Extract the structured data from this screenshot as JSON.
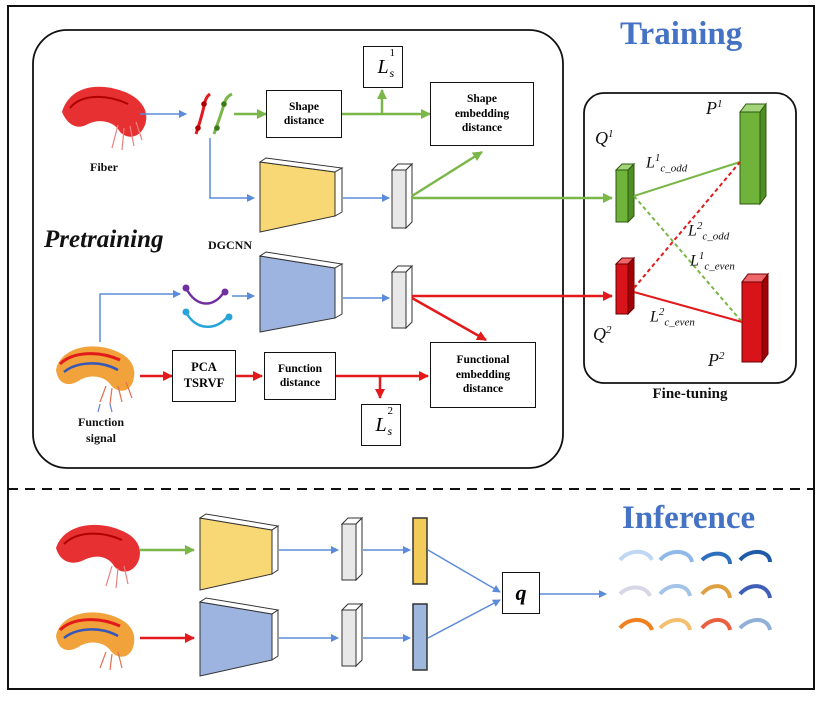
{
  "training": {
    "title": "Training",
    "pretraining_label": "Pretraining",
    "finetuning_label": "Fine-tuning",
    "fiber_label": "Fiber",
    "dgcnn_label": "DGCNN",
    "function_signal_label": "Function\nsignal",
    "boxes": {
      "shape_distance": "Shape\ndistance",
      "shape_embedding_distance": "Shape\nembedding\ndistance",
      "pca_tsrvf": "PCA\nTSRVF",
      "function_distance": "Function\ndistance",
      "functional_embedding_distance": "Functional\nembedding\ndistance"
    },
    "losses": {
      "ls1": {
        "base": "L",
        "sub": "s",
        "sup": "1"
      },
      "ls2": {
        "base": "L",
        "sub": "s",
        "sup": "2"
      }
    },
    "finetune_math": {
      "q1": {
        "base": "Q",
        "sup": "1"
      },
      "q2": {
        "base": "Q",
        "sup": "2"
      },
      "p1": {
        "base": "P",
        "sup": "1"
      },
      "p2": {
        "base": "P",
        "sup": "2"
      },
      "lc_odd_1": {
        "base": "L",
        "sup": "1",
        "sub": "c_odd"
      },
      "lc_odd_2": {
        "base": "L",
        "sup": "2",
        "sub": "c_odd"
      },
      "lc_even_1": {
        "base": "L",
        "sup": "1",
        "sub": "c_even"
      },
      "lc_even_2": {
        "base": "L",
        "sup": "2",
        "sub": "c_even"
      }
    }
  },
  "inference": {
    "title": "Inference",
    "q_label": "q"
  },
  "colors": {
    "title_blue": "#4472C4",
    "green": "#7AB648",
    "red": "#E31A1C",
    "blue_arrow": "#5B8BD9",
    "yellow_encoder": "#F8D775",
    "blue_encoder": "#9DB4E0",
    "green_bar": "#70B33A",
    "red_bar": "#D9131A",
    "yellow_bar": "#F3CB58",
    "lightblue_bar": "#9DB7DD",
    "purple_curve": "#7030A0",
    "cyan_curve": "#27A4D8"
  }
}
